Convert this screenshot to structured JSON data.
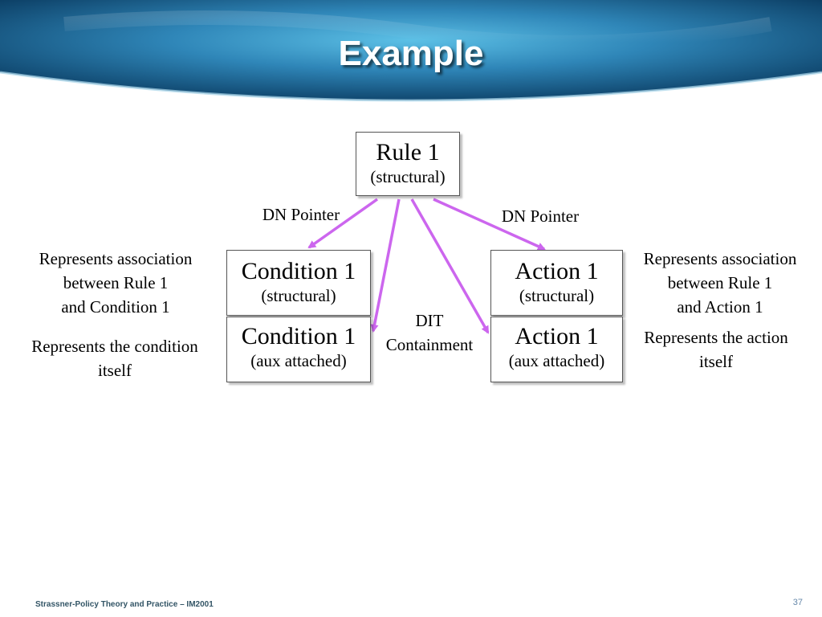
{
  "slide": {
    "title": "Example",
    "footer": "Strassner-Policy Theory and Practice – IM2001",
    "page_number": "37"
  },
  "boxes": {
    "rule": {
      "main": "Rule 1",
      "sub": "(structural)"
    },
    "cond_struct": {
      "main": "Condition 1",
      "sub": "(structural)"
    },
    "cond_aux": {
      "main": "Condition 1",
      "sub": "(aux attached)"
    },
    "act_struct": {
      "main": "Action 1",
      "sub": "(structural)"
    },
    "act_aux": {
      "main": "Action 1",
      "sub": "(aux attached)"
    }
  },
  "labels": {
    "dn_left": "DN Pointer",
    "dn_right": "DN Pointer",
    "dit_1": "DIT",
    "dit_2": "Containment",
    "left_assoc": [
      "Represents association",
      "between Rule 1",
      "and Condition 1"
    ],
    "left_cond": [
      "Represents the condition",
      "itself"
    ],
    "right_assoc": [
      "Represents association",
      "between Rule 1",
      "and Action 1"
    ],
    "right_act": [
      "Represents the action",
      "itself"
    ]
  },
  "colors": {
    "arrow": "#cc66ee",
    "header_dark": "#0b3d63",
    "header_light": "#3fa0cf"
  }
}
